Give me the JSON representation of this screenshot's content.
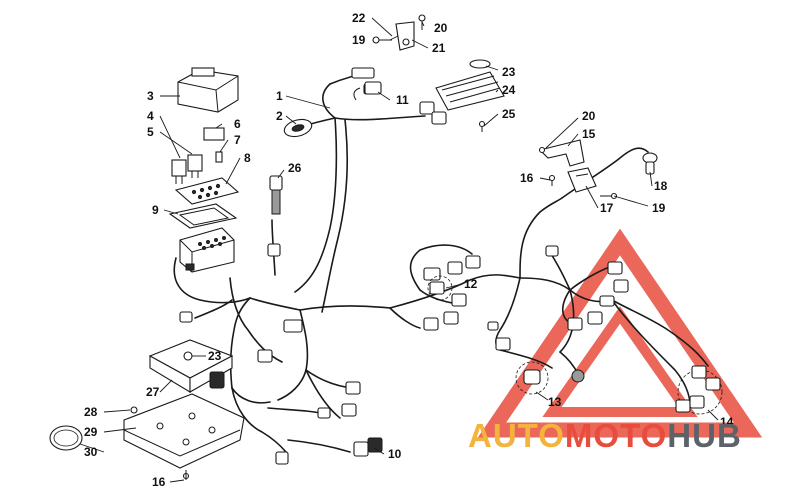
{
  "watermark": {
    "part1": "AUTO",
    "part2": "MOTO",
    "part3": "HUB",
    "color_part1": "#f3b33d",
    "color_part2": "#e84c3d",
    "color_part3": "#5c6268",
    "triangle_color": "#e84c3d"
  },
  "callouts": {
    "c1": "1",
    "c2": "2",
    "c3": "3",
    "c4": "4",
    "c5": "5",
    "c6": "6",
    "c7": "7",
    "c8": "8",
    "c9": "9",
    "c10": "10",
    "c11": "11",
    "c12": "12",
    "c13": "13",
    "c14": "14",
    "c15": "15",
    "c16a": "16",
    "c16b": "16",
    "c17": "17",
    "c18": "18",
    "c19a": "19",
    "c19b": "19",
    "c20a": "20",
    "c20b": "20",
    "c21": "21",
    "c22": "22",
    "c23a": "23",
    "c23b": "23",
    "c24": "24",
    "c25": "25",
    "c26": "26",
    "c27": "27",
    "c28": "28",
    "c29": "29",
    "c30": "30"
  }
}
